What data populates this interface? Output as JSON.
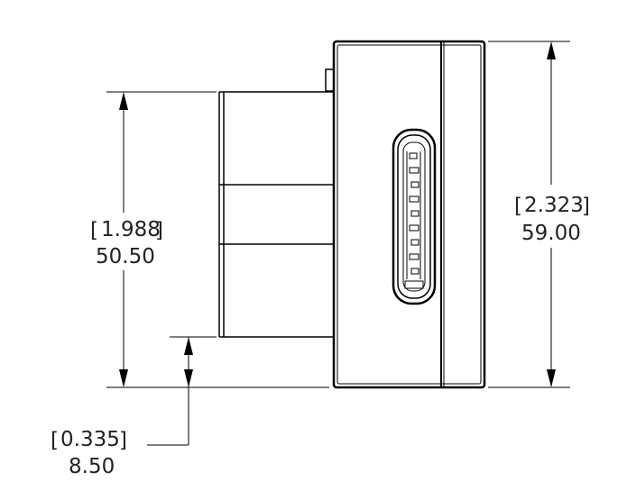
{
  "dimensions": {
    "left_height": {
      "inch": "1.988",
      "mm": "50.50"
    },
    "right_height": {
      "inch": "2.323",
      "mm": "59.00"
    },
    "bottom_offset": {
      "inch": "0.335",
      "mm": "8.50"
    }
  },
  "units": {
    "inch_brackets": [
      "[",
      "]"
    ]
  },
  "colors": {
    "line": "#000000",
    "background": "#ffffff",
    "text": "#222222"
  }
}
